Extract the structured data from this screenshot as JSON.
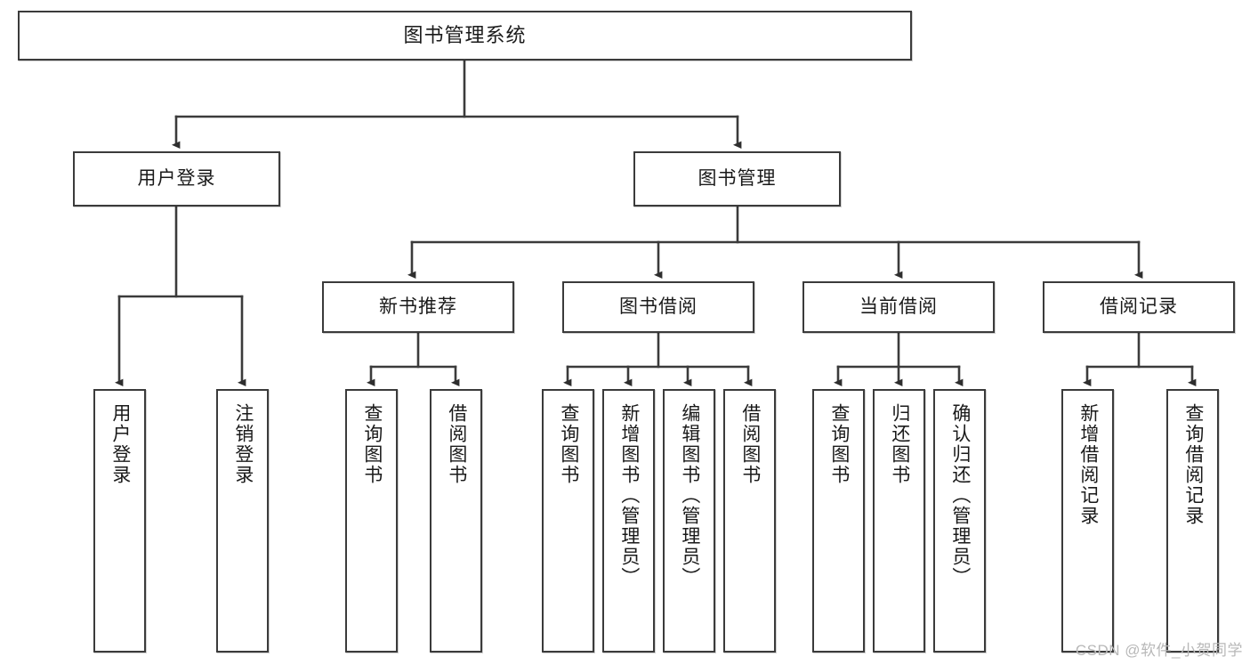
{
  "diagram": {
    "title": "图书管理系统",
    "type": "tree-hierarchy",
    "colors": {
      "box_border": "#3b3b3b",
      "box_fill": "#ffffff",
      "edge": "#3b3b3b",
      "text": "#1a1a1a",
      "watermark": "#b8b8b8"
    }
  },
  "root": {
    "label": "图书管理系统"
  },
  "level2": [
    {
      "label": "用户登录"
    },
    {
      "label": "图书管理"
    }
  ],
  "level3": [
    {
      "label": "新书推荐"
    },
    {
      "label": "图书借阅"
    },
    {
      "label": "当前借阅"
    },
    {
      "label": "借阅记录"
    }
  ],
  "leaves": {
    "user_login": [
      {
        "label": "用户登录"
      },
      {
        "label": "注销登录"
      }
    ],
    "new_book_recommend": [
      {
        "label": "查询图书"
      },
      {
        "label": "借阅图书"
      }
    ],
    "book_borrow": [
      {
        "label": "查询图书"
      },
      {
        "label": "新增图书（管理员）"
      },
      {
        "label": "编辑图书（管理员）"
      },
      {
        "label": "借阅图书"
      }
    ],
    "current_borrow": [
      {
        "label": "查询图书"
      },
      {
        "label": "归还图书"
      },
      {
        "label": "确认归还（管理员）"
      }
    ],
    "borrow_records": [
      {
        "label": "新增借阅记录"
      },
      {
        "label": "查询借阅记录"
      }
    ]
  },
  "watermark": {
    "text": "CSDN @软件_小贺同学"
  }
}
